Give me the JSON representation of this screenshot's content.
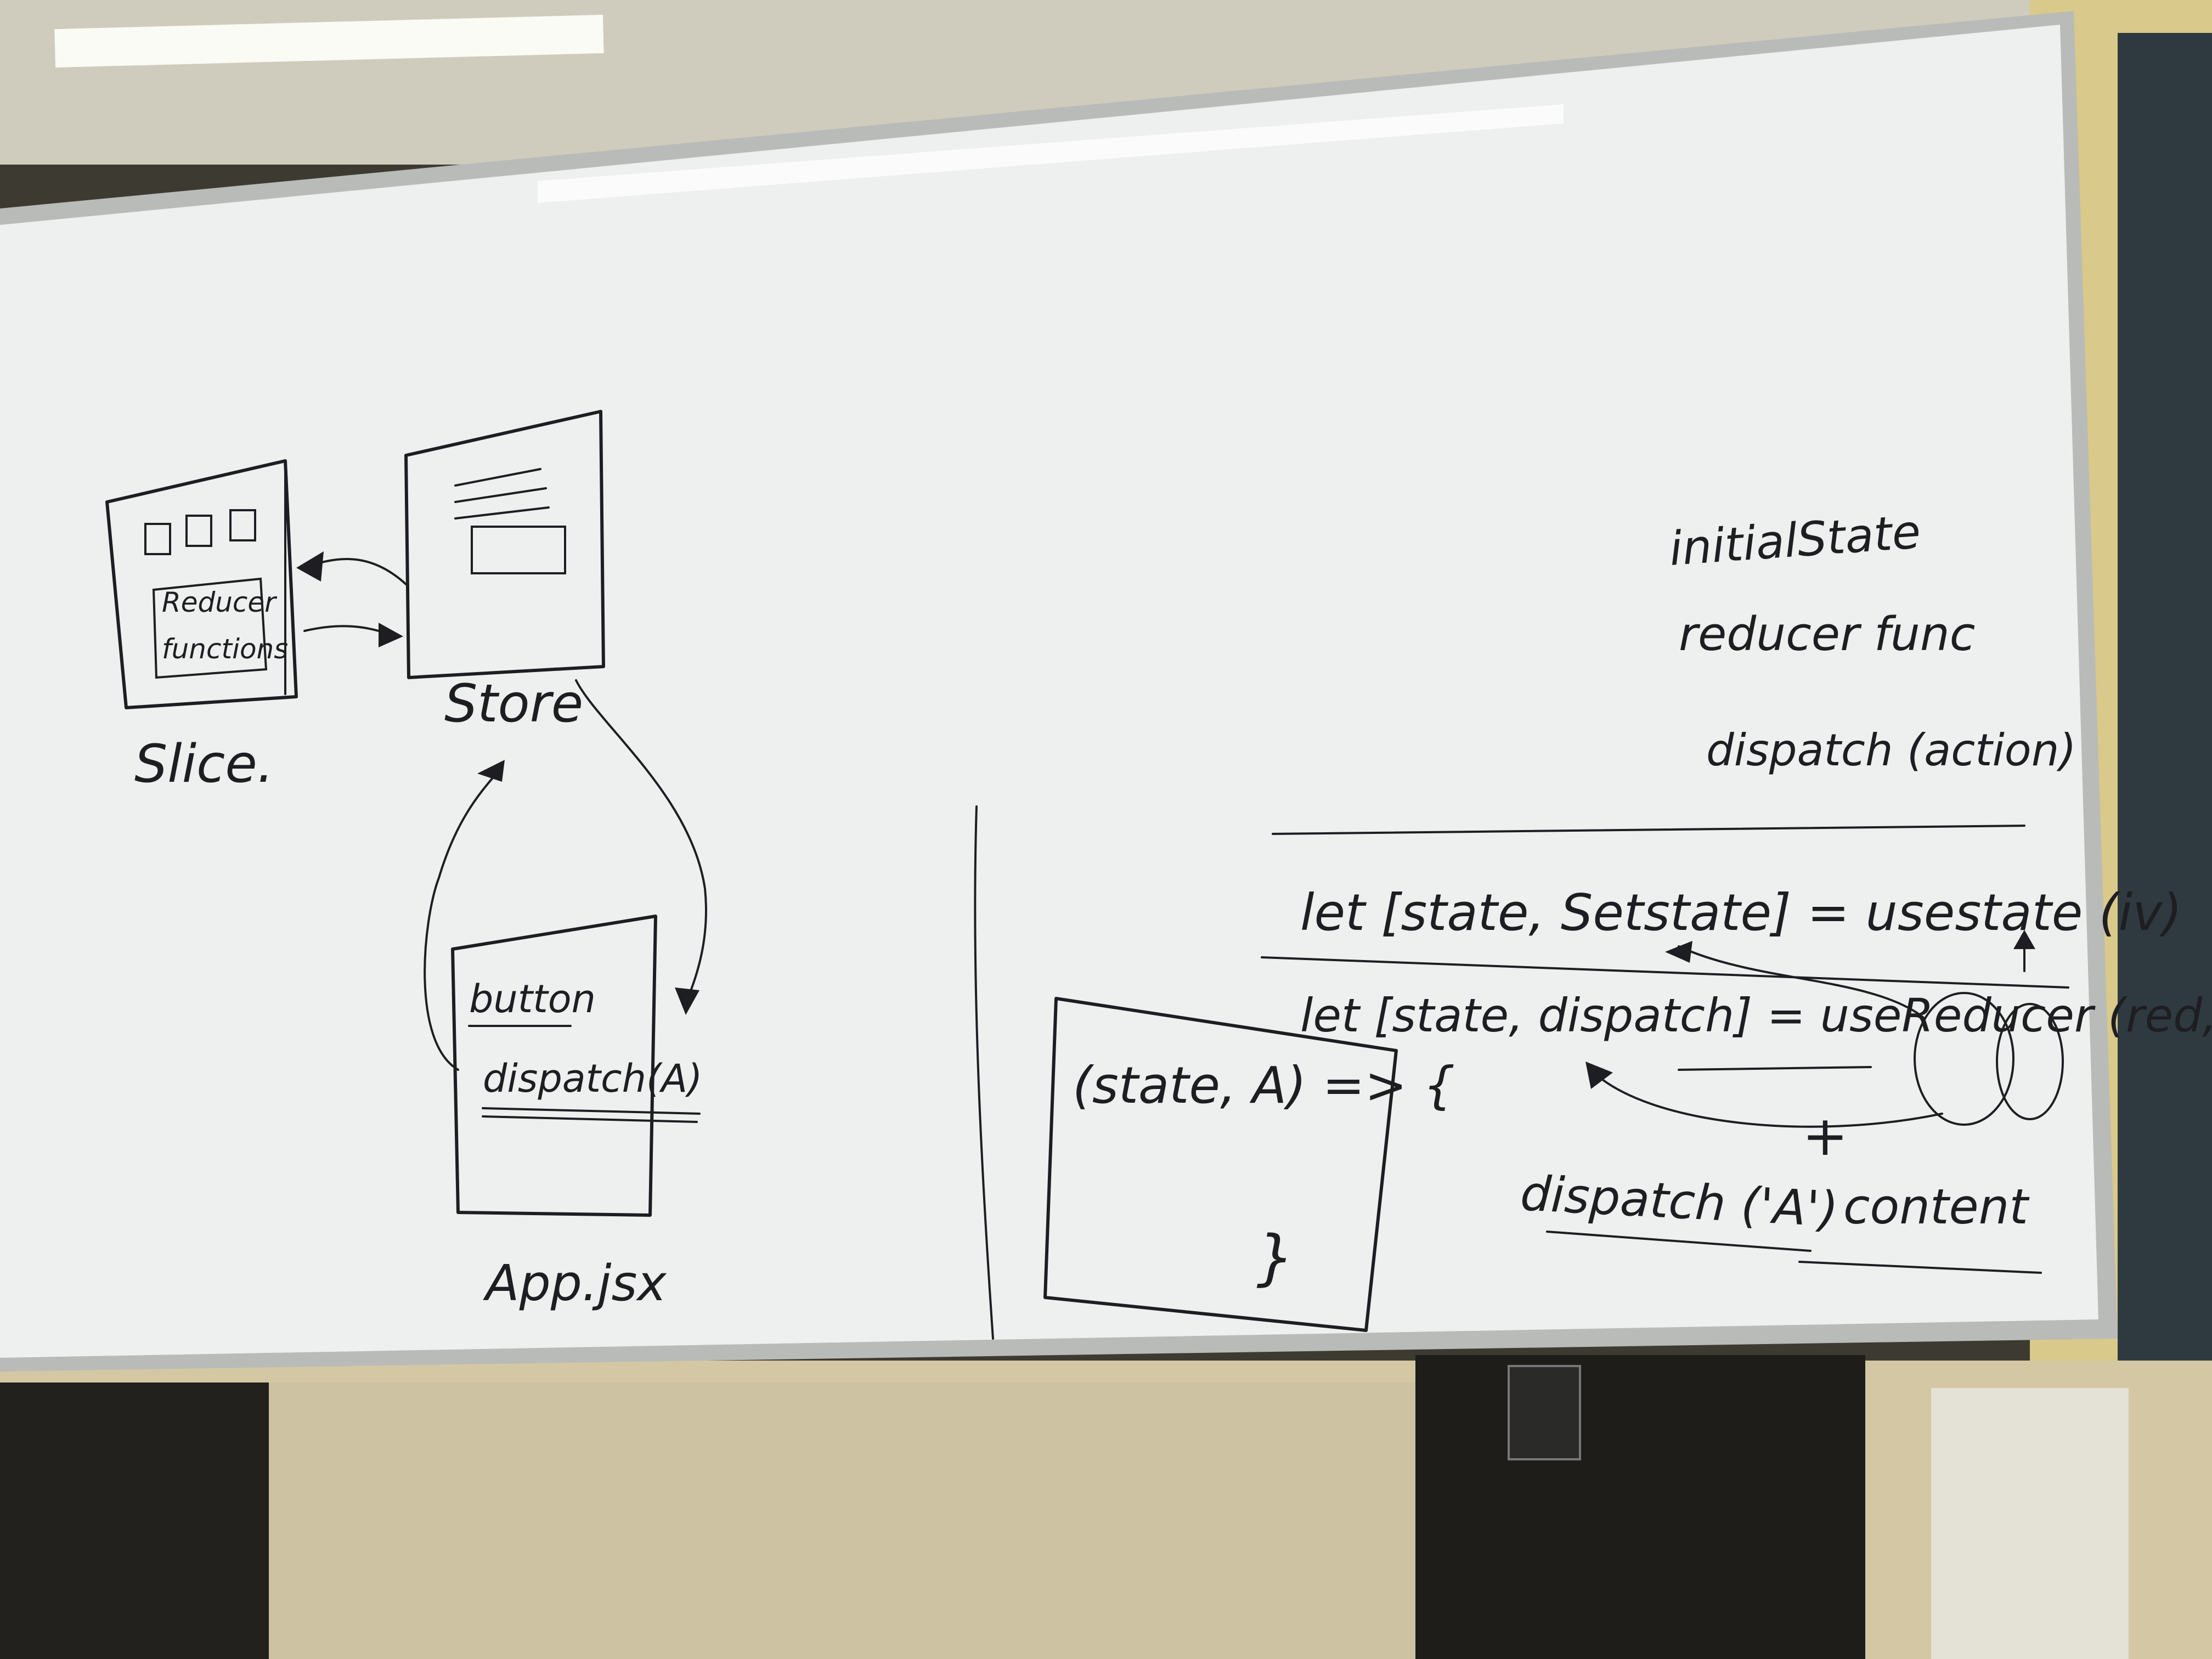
{
  "diagram_left": {
    "slice": {
      "box_label_line1": "Reducer",
      "box_label_line2": "functions",
      "caption": "Slice."
    },
    "store": {
      "caption": "Store"
    },
    "app": {
      "button_label": "button",
      "dispatch_label": "dispatch(A)",
      "caption": "App.jsx"
    }
  },
  "diagram_right": {
    "list": [
      "initialState",
      "reducer func",
      "dispatch (action)"
    ],
    "code_line1": "let [state, Setstate] = usestate (iv)",
    "code_line2": "let [state, dispatch] = useReducer (red, iv)",
    "bottom_left": "dispatch ('A')",
    "bottom_plus": "+",
    "bottom_right": "content",
    "reducer_box": "(state, A) => {",
    "reducer_close": "}"
  },
  "colors": {
    "board": "#eef0ef",
    "ink": "#1e1e22",
    "frame": "#b9bbb8",
    "wall": "#d8cfa8",
    "floor_panel": "#cfc4a4",
    "dark_cabinet": "#23211d",
    "side_board": "#2f3a40"
  }
}
